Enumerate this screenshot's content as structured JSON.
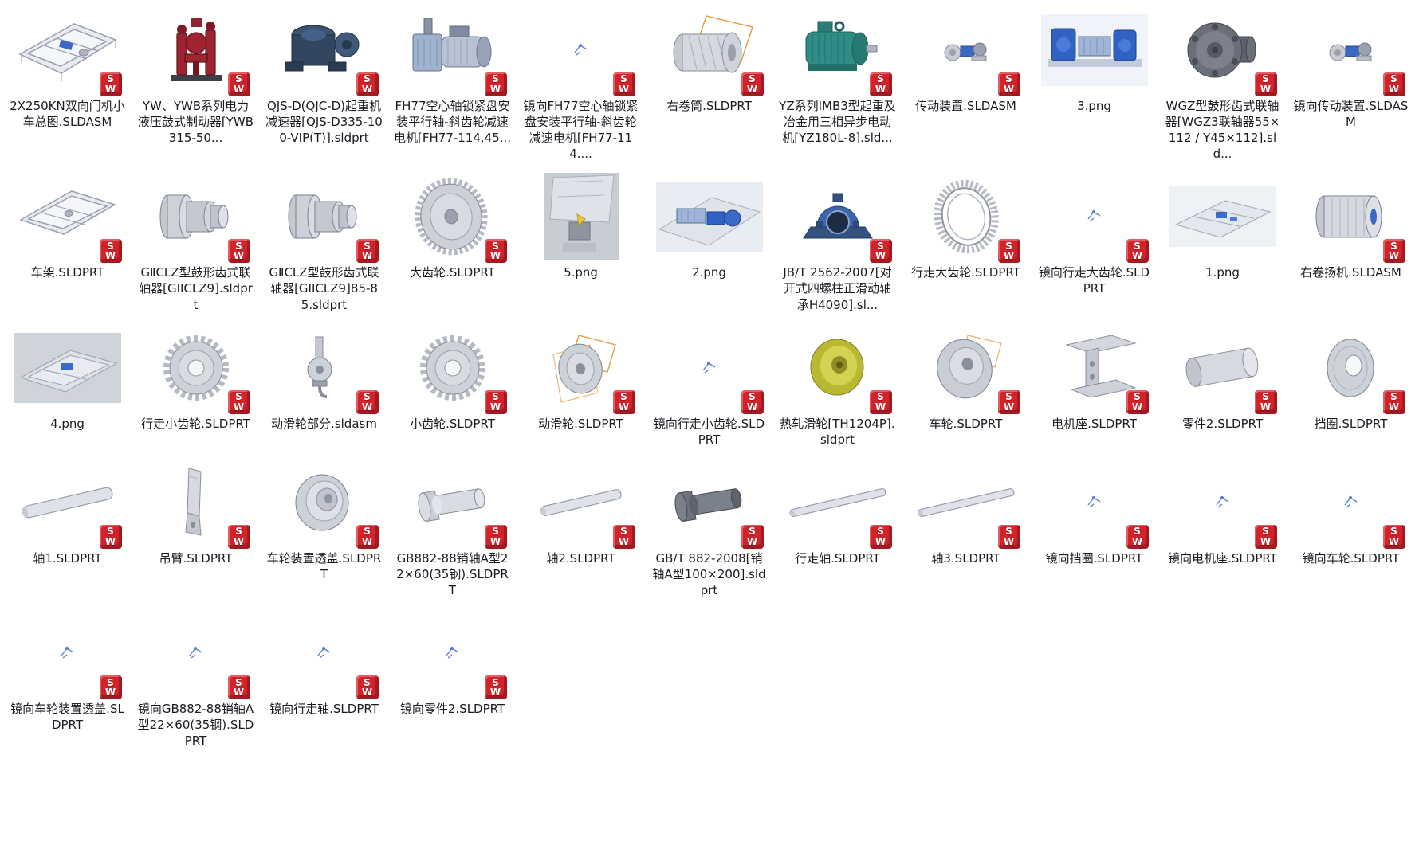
{
  "window": {
    "background": "#ffffff",
    "text_color": "#181b22"
  },
  "badge": {
    "top": "S",
    "bottom": "W",
    "color": "#d3222a",
    "name": "solidworks-badge"
  },
  "files": [
    {
      "label": "2X250KN双向门机小车总图.SLDASM",
      "thumb": "gantry-frame",
      "badge": true
    },
    {
      "label": "YW、YWB系列电力液压鼓式制动器[YWB315-50...",
      "thumb": "brake",
      "badge": true
    },
    {
      "label": "QJS-D(QJC-D)起重机减速器[QJS-D335-100-VIP(T)].sldprt",
      "thumb": "gearbox",
      "badge": true
    },
    {
      "label": "FH77空心轴锁紧盘安装平行轴-斜齿轮减速电机[FH77-114.45...",
      "thumb": "gearmotor",
      "badge": true
    },
    {
      "label": "镜向FH77空心轴锁紧盘安装平行轴-斜齿轮减速电机[FH77-114....",
      "thumb": "sketch",
      "badge": true
    },
    {
      "label": "右卷筒.SLDPRT",
      "thumb": "drum",
      "badge": true
    },
    {
      "label": "YZ系列IMB3型起重及冶金用三相异步电动机[YZ180L-8].sld...",
      "thumb": "motor",
      "badge": true
    },
    {
      "label": "传动装置.SLDASM",
      "thumb": "mini-assembly",
      "badge": true
    },
    {
      "label": "3.png",
      "thumb": "png-winch",
      "badge": false
    },
    {
      "label": "WGZ型鼓形齿式联轴器[WGZ3联轴器55×112 / Y45×112].sld...",
      "thumb": "coupling-front",
      "badge": true
    },
    {
      "label": "镜向传动装置.SLDASM",
      "thumb": "mini-assembly",
      "badge": true
    },
    {
      "label": "车架.SLDPRT",
      "thumb": "frame-flat",
      "badge": true
    },
    {
      "label": "GⅡCLZ型鼓形齿式联轴器[GIICLZ9].sldprt",
      "thumb": "spool",
      "badge": true
    },
    {
      "label": "GⅡCLZ型鼓形齿式联轴器[GIICLZ9]85-85.sldprt",
      "thumb": "spool",
      "badge": true
    },
    {
      "label": "大齿轮.SLDPRT",
      "thumb": "gear-disc",
      "badge": true
    },
    {
      "label": "5.png",
      "thumb": "png-5",
      "badge": false
    },
    {
      "label": "2.png",
      "thumb": "png-2",
      "badge": false
    },
    {
      "label": "JB∕T 2562-2007[对开式四螺柱正滑动轴承H4090].sl...",
      "thumb": "bearing",
      "badge": true
    },
    {
      "label": "行走大齿轮.SLDPRT",
      "thumb": "gear-ring",
      "badge": true
    },
    {
      "label": "镜向行走大齿轮.SLDPRT",
      "thumb": "sketch",
      "badge": true
    },
    {
      "label": "1.png",
      "thumb": "png-1",
      "badge": false
    },
    {
      "label": "右卷扬机.SLDASM",
      "thumb": "drum-hoist",
      "badge": true
    },
    {
      "label": "4.png",
      "thumb": "png-4",
      "badge": false
    },
    {
      "label": "行走小齿轮.SLDPRT",
      "thumb": "gear-spur",
      "badge": true
    },
    {
      "label": "动滑轮部分.sldasm",
      "thumb": "pulley-asm",
      "badge": true
    },
    {
      "label": "小齿轮.SLDPRT",
      "thumb": "gear-spur",
      "badge": true
    },
    {
      "label": "动滑轮.SLDPRT",
      "thumb": "pulley-planes",
      "badge": true
    },
    {
      "label": "镜向行走小齿轮.SLDPRT",
      "thumb": "sketch",
      "badge": true
    },
    {
      "label": "热轧滑轮[TH1204P].sldprt",
      "thumb": "pulley-yellow",
      "badge": true
    },
    {
      "label": "车轮.SLDPRT",
      "thumb": "wheel",
      "badge": true
    },
    {
      "label": "电机座.SLDPRT",
      "thumb": "bracket",
      "badge": true
    },
    {
      "label": "零件2.SLDPRT",
      "thumb": "cylinder-h",
      "badge": true
    },
    {
      "label": "挡圈.SLDPRT",
      "thumb": "ring-disc",
      "badge": true
    },
    {
      "label": "轴1.SLDPRT",
      "thumb": "shaft",
      "badge": true
    },
    {
      "label": "吊臂.SLDPRT",
      "thumb": "plate",
      "badge": true
    },
    {
      "label": "车轮装置透盖.SLDPRT",
      "thumb": "cover",
      "badge": true
    },
    {
      "label": "GB882-88销轴A型22×60(35钢).SLDPRT",
      "thumb": "pin",
      "badge": true
    },
    {
      "label": "轴2.SLDPRT",
      "thumb": "shaft-thin",
      "badge": true
    },
    {
      "label": "GB∕T 882-2008[销轴A型100×200].sldprt",
      "thumb": "pin-dark",
      "badge": true
    },
    {
      "label": "行走轴.SLDPRT",
      "thumb": "shaft-long",
      "badge": true
    },
    {
      "label": "轴3.SLDPRT",
      "thumb": "shaft-long",
      "badge": true
    },
    {
      "label": "镜向挡圈.SLDPRT",
      "thumb": "sketch",
      "badge": true
    },
    {
      "label": "镜向电机座.SLDPRT",
      "thumb": "sketch",
      "badge": true
    },
    {
      "label": "镜向车轮.SLDPRT",
      "thumb": "sketch",
      "badge": true
    },
    {
      "label": "镜向车轮装置透盖.SLDPRT",
      "thumb": "sketch",
      "badge": true
    },
    {
      "label": "镜向GB882-88销轴A型22×60(35钢).SLDPRT",
      "thumb": "sketch",
      "badge": true
    },
    {
      "label": "镜向行走轴.SLDPRT",
      "thumb": "sketch",
      "badge": true
    },
    {
      "label": "镜向零件2.SLDPRT",
      "thumb": "sketch",
      "badge": true
    }
  ]
}
